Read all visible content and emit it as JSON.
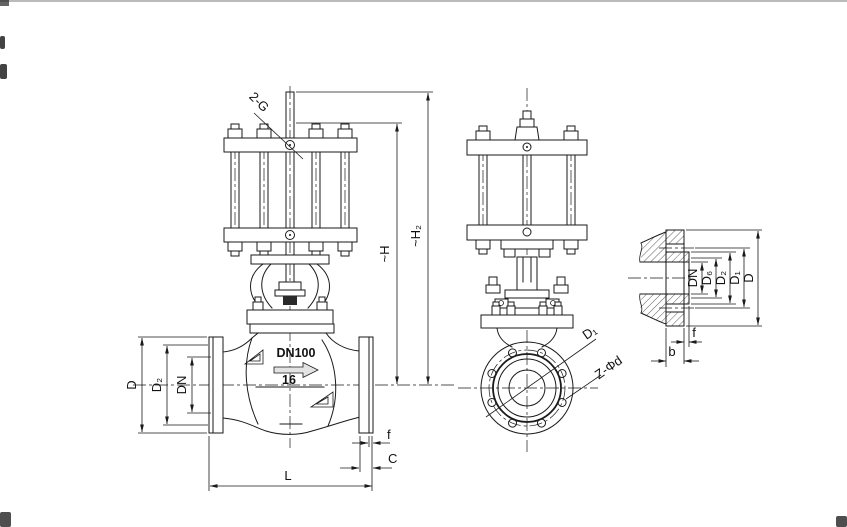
{
  "drawing": {
    "background_color": "#ffffff",
    "line_color": "#1a1a1a",
    "labels": {
      "front": {
        "thread": "2-G",
        "h": "~H",
        "h2": "~H₂",
        "dn_marking": "DN100",
        "pn_marking": "16",
        "d": "D",
        "d2": "D₂",
        "dn": "DN",
        "f": "f",
        "c": "C",
        "l": "L"
      },
      "side": {
        "d1": "D₁",
        "holes": "Z-Φd"
      },
      "section": {
        "dn": "DN",
        "d6": "D₆",
        "d2": "D₂",
        "d1": "D₁",
        "d": "D",
        "f": "f",
        "b": "b"
      }
    }
  }
}
